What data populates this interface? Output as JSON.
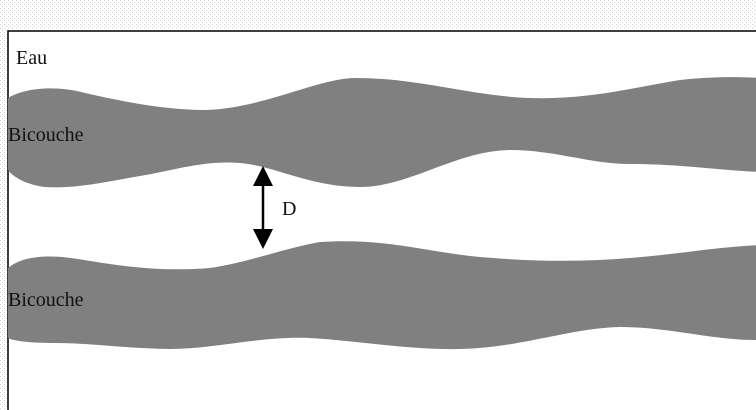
{
  "labels": {
    "water": "Eau",
    "bilayer_top": "Bicouche",
    "bilayer_bottom": "Bicouche",
    "distance": "D"
  },
  "colors": {
    "bilayer": "#808080",
    "outer_hatch": "#e6e6e6",
    "frame": "#000000",
    "arrow": "#000000"
  }
}
